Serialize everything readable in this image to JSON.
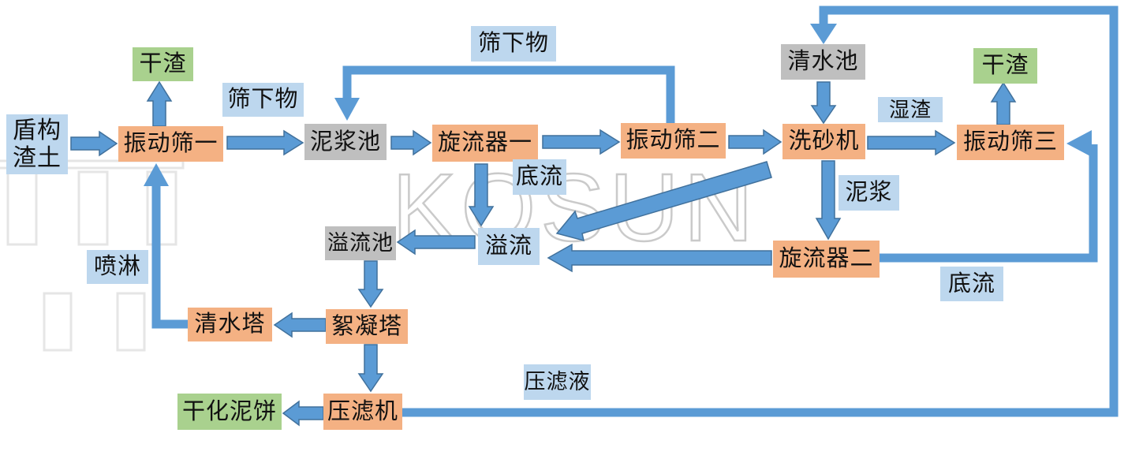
{
  "watermark": {
    "text": "KOSUN"
  },
  "colors": {
    "process_box": "#F4B183",
    "pool_box": "#BFBFBF",
    "output_box": "#A9D18E",
    "label_box": "#BDD7EE",
    "arrow": "#5B9BD5",
    "arrow_outline": "#41719C"
  },
  "nodes": {
    "shield_muck": "盾构渣土",
    "shaker1": "振动筛一",
    "dry_slag_left": "干渣",
    "slurry_pool": "泥浆池",
    "cyclone1": "旋流器一",
    "shaker2": "振动筛二",
    "clean_water_pool": "清水池",
    "sand_washer": "洗砂机",
    "dry_slag_right": "干渣",
    "shaker3": "振动筛三",
    "cyclone2": "旋流器二",
    "overflow_pool": "溢流池",
    "clean_water_tower": "清水塔",
    "flocculation_tower": "絮凝塔",
    "filter_press": "压滤机",
    "dried_mud_cake": "干化泥饼"
  },
  "labels": {
    "screen_underflow_1": "筛下物",
    "screen_underflow_2": "筛下物",
    "underflow_1": "底流",
    "wet_slag": "湿渣",
    "slurry": "泥浆",
    "underflow_2": "底流",
    "overflow": "溢流",
    "spray": "喷淋",
    "filtrate": "压滤液"
  }
}
